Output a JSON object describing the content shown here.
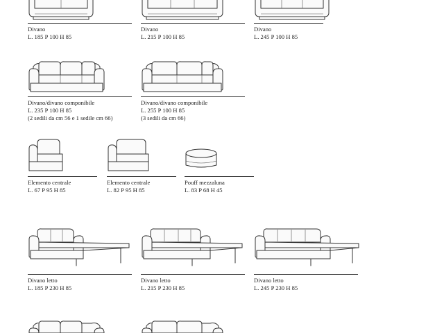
{
  "products": [
    {
      "name": "Divano",
      "dims": "L. 185 P 100 H 85"
    },
    {
      "name": "Divano",
      "dims": "L. 215 P 100 H 85"
    },
    {
      "name": "Divano",
      "dims": "L. 245 P 100 H 85"
    },
    {
      "name": "Divano/divano componibile",
      "dims": "L. 235 P 100 H 85",
      "note": "(2 sedili da cm 56 e 1 sedile cm 66)"
    },
    {
      "name": "Divano/divano componibile",
      "dims": "L. 255 P 100 H 85",
      "note": "(3 sedili da cm 66)"
    },
    {
      "name": "Elemento centrale",
      "dims": "L. 67 P 95 H 85"
    },
    {
      "name": "Elemento centrale",
      "dims": "L. 82 P 95 H 85"
    },
    {
      "name": "Pouff mezzaluna",
      "dims": "L. 83 P 68 H 45"
    },
    {
      "name": "Divano letto",
      "dims": "L. 185 P 230 H 85"
    },
    {
      "name": "Divano letto",
      "dims": "L. 215 P 230 H 85"
    },
    {
      "name": "Divano letto",
      "dims": "L. 245 P 230 H 85"
    }
  ]
}
